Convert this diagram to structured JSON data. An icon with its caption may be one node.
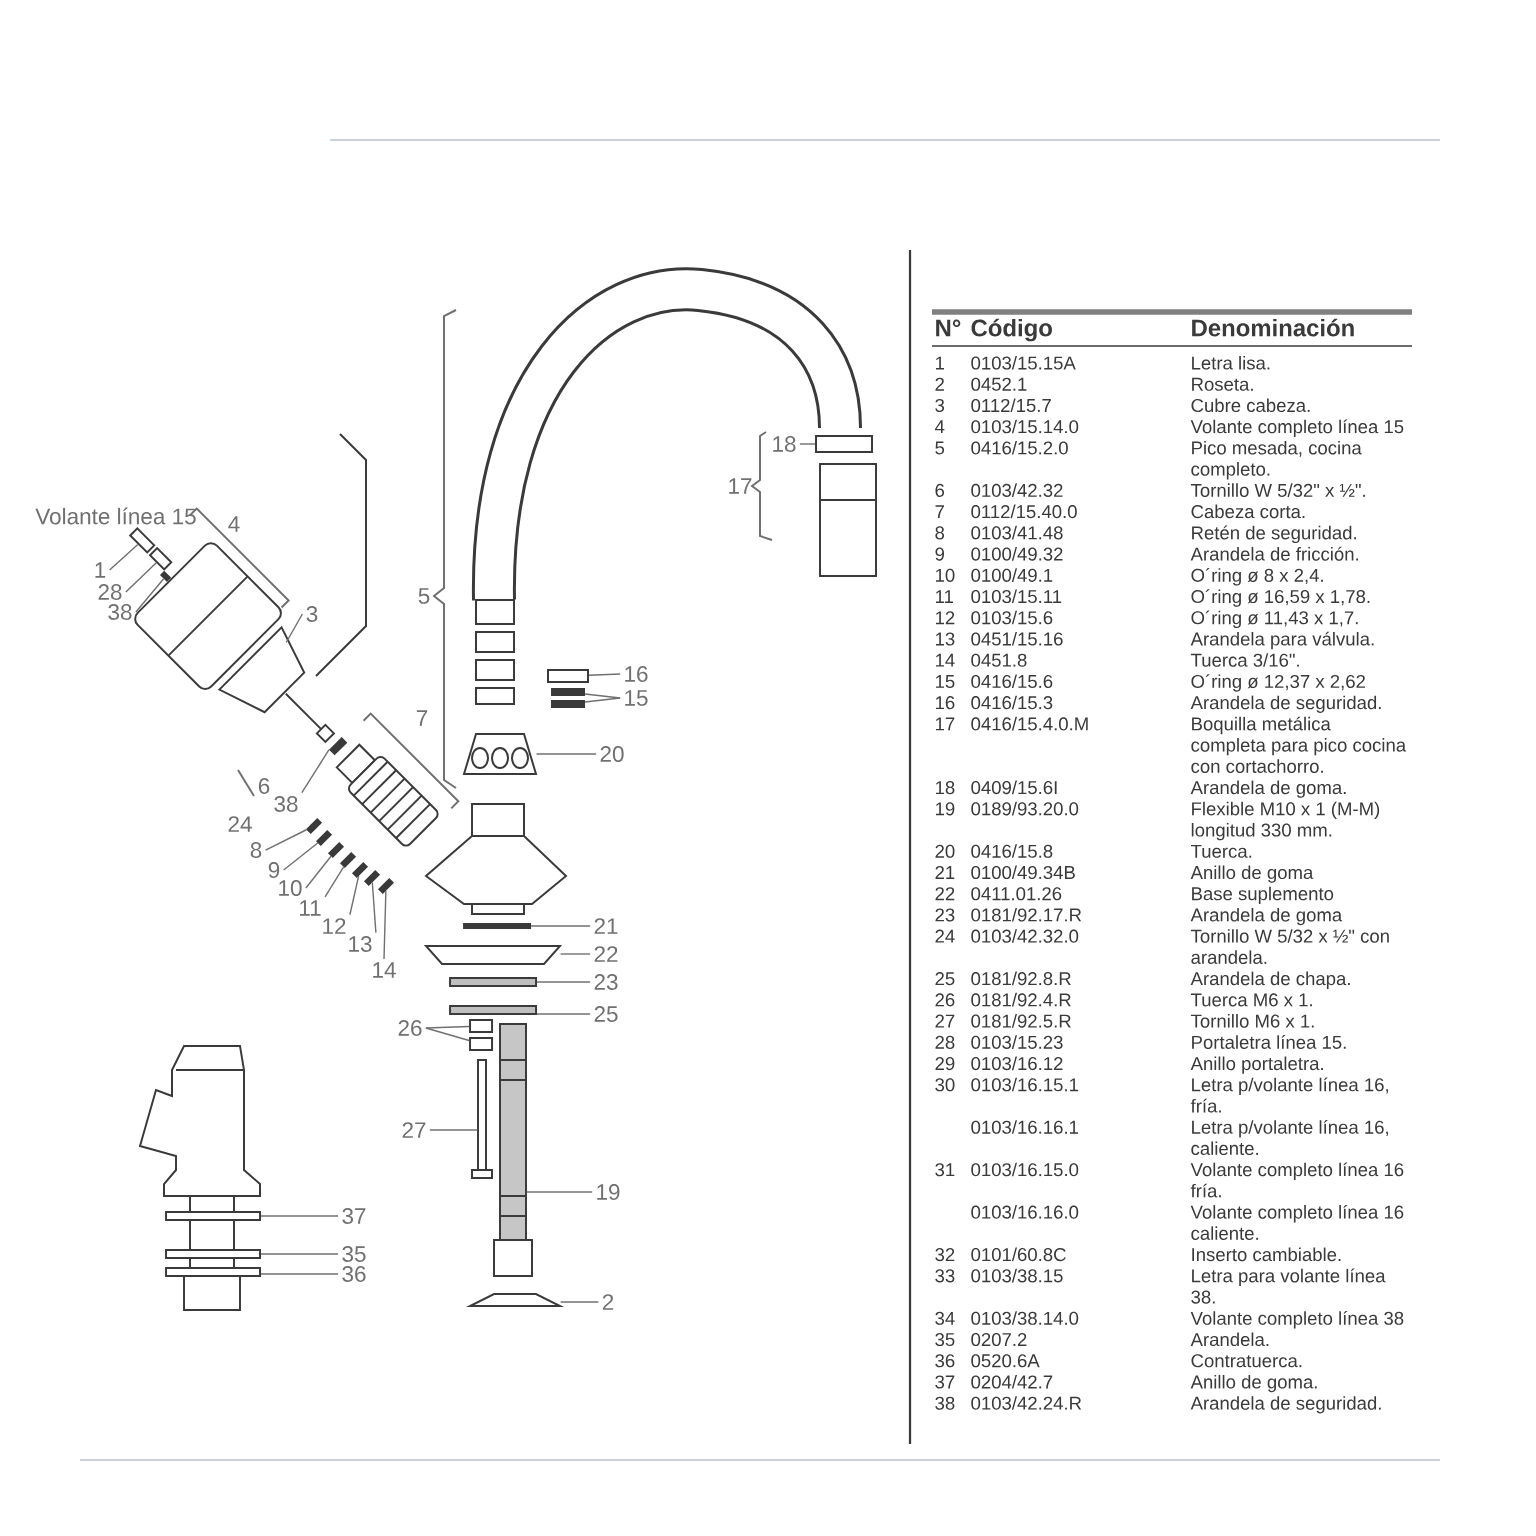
{
  "diagram": {
    "nodes": [
      {
        "text": [
          "18"
        ]
      },
      {
        "text": [
          "1"
        ]
      },
      {
        "text": [
          "28"
        ]
      },
      {
        "text": [
          "38"
        ]
      },
      {
        "text": [
          "3"
        ]
      },
      {
        "text": [
          "16"
        ]
      },
      {
        "text": [
          "15"
        ]
      },
      {
        "text": [
          "20"
        ]
      },
      {
        "text": [
          "38"
        ]
      },
      {
        "text": [
          "8"
        ]
      },
      {
        "text": [
          "9"
        ]
      },
      {
        "text": [
          "10"
        ]
      },
      {
        "text": [
          "11"
        ]
      },
      {
        "text": [
          "12"
        ]
      },
      {
        "text": [
          "13"
        ]
      },
      {
        "text": [
          "14"
        ]
      },
      {
        "text": [
          "21"
        ]
      },
      {
        "text": [
          "22"
        ]
      },
      {
        "text": [
          "23"
        ]
      },
      {
        "text": [
          "25"
        ]
      },
      {
        "text": [
          "26"
        ]
      },
      {
        "text": [
          "27"
        ]
      },
      {
        "text": [
          "19"
        ]
      },
      {
        "text": [
          "37"
        ]
      },
      {
        "text": [
          "35"
        ]
      },
      {
        "text": [
          "36"
        ]
      },
      {
        "text": [
          "2"
        ]
      },
      {
        "text": [],
        "shape": "box"
      },
      {
        "text": [],
        "shape": "box"
      },
      {
        "text": [],
        "shape": "bar"
      },
      {
        "text": [],
        "shape": "trapezoid"
      },
      {
        "text": [],
        "shape": "box"
      },
      {
        "text": [],
        "shape": "box"
      },
      {
        "text": [],
        "shape": "bar"
      },
      {
        "text": [],
        "shape": "bar"
      },
      {
        "text": [],
        "shape": "picture"
      },
      {
        "text": [],
        "shape": "bar"
      },
      {
        "text": [],
        "shape": "bar"
      },
      {
        "text": [],
        "shape": "bar"
      },
      {
        "text": [],
        "shape": "bar"
      },
      {
        "text": [],
        "shape": "bar"
      },
      {
        "text": [],
        "shape": "bar"
      },
      {
        "text": [],
        "shape": "bar"
      },
      {
        "text": [],
        "shape": "bar"
      },
      {
        "text": [],
        "shape": "bar"
      },
      {
        "text": [],
        "shape": "trapezoid"
      },
      {
        "text": [],
        "shape": "bar"
      },
      {
        "text": [],
        "shape": "bar"
      },
      {
        "text": [],
        "shape": "box"
      },
      {
        "text": [],
        "shape": "box"
      },
      {
        "text": [],
        "shape": "picture"
      },
      {
        "text": [],
        "shape": "picture"
      },
      {
        "text": [],
        "shape": "box"
      },
      {
        "text": [],
        "shape": "box"
      },
      {
        "text": [],
        "shape": "box"
      },
      {
        "text": [],
        "shape": "trapezoid"
      }
    ],
    "edges": [
      {
        "from": 0,
        "to": 31,
        "arrow": "none"
      },
      {
        "from": 1,
        "to": 27,
        "arrow": "none"
      },
      {
        "from": 2,
        "to": 28,
        "arrow": "none"
      },
      {
        "from": 3,
        "to": 29,
        "arrow": "none"
      },
      {
        "from": 4,
        "to": 30,
        "arrow": "none"
      },
      {
        "from": 5,
        "to": 32,
        "arrow": "none"
      },
      {
        "from": 6,
        "to": 33,
        "arrow": "none"
      },
      {
        "from": 6,
        "to": 34,
        "arrow": "none"
      },
      {
        "from": 7,
        "to": 35,
        "arrow": "none"
      },
      {
        "from": 8,
        "to": 36,
        "arrow": "none"
      },
      {
        "from": 9,
        "to": 37,
        "arrow": "none"
      },
      {
        "from": 10,
        "to": 38,
        "arrow": "none"
      },
      {
        "from": 11,
        "to": 39,
        "arrow": "none"
      },
      {
        "from": 12,
        "to": 40,
        "arrow": "none"
      },
      {
        "from": 13,
        "to": 41,
        "arrow": "none"
      },
      {
        "from": 14,
        "to": 42,
        "arrow": "none"
      },
      {
        "from": 15,
        "to": 43,
        "arrow": "none"
      },
      {
        "from": 16,
        "to": 44,
        "arrow": "none"
      },
      {
        "from": 17,
        "to": 45,
        "arrow": "none"
      },
      {
        "from": 18,
        "to": 46,
        "arrow": "none"
      },
      {
        "from": 19,
        "to": 47,
        "arrow": "none"
      },
      {
        "from": 20,
        "to": 48,
        "arrow": "none"
      },
      {
        "from": 20,
        "to": 49,
        "arrow": "none"
      },
      {
        "from": 21,
        "to": 50,
        "arrow": "none"
      },
      {
        "from": 22,
        "to": 51,
        "arrow": "none"
      },
      {
        "from": 23,
        "to": 52,
        "arrow": "none"
      },
      {
        "from": 24,
        "to": 53,
        "arrow": "none"
      },
      {
        "from": 25,
        "to": 54,
        "arrow": "none"
      },
      {
        "from": 26,
        "to": 55,
        "arrow": "none"
      }
    ],
    "labels": [
      "Volante línea 15",
      "4",
      "5",
      "17",
      "7",
      "6",
      "24",
      "N°",
      "Código",
      "Denominación",
      "1",
      "0103/15.15A",
      "Letra lisa.",
      "2",
      "0452.1",
      "Roseta.",
      "3",
      "0112/15.7",
      "Cubre cabeza.",
      "4",
      "0103/15.14.0",
      "Volante completo línea 15",
      "5",
      "0416/15.2.0",
      "Pico mesada, cocina completo.",
      "6",
      "0103/42.32",
      "Tornillo W 5/32\" x ½\".",
      "7",
      "0112/15.40.0",
      "Cabeza corta.",
      "8",
      "0103/41.48",
      "Retén de seguridad.",
      "9",
      "0100/49.32",
      "Arandela de fricción.",
      "10",
      "0100/49.1",
      "O´ring ø 8 x 2,4.",
      "11",
      "0103/15.11",
      "O´ring ø 16,59 x 1,78.",
      "12",
      "0103/15.6",
      "O´ring ø 11,43 x 1,7.",
      "13",
      "0451/15.16",
      "Arandela para válvula.",
      "14",
      "0451.8",
      "Tuerca 3/16\".",
      "15",
      "0416/15.6",
      "O´ring ø 12,37 x 2,62",
      "16",
      "0416/15.3",
      "Arandela de seguridad.",
      "17",
      "0416/15.4.0.M",
      "Boquilla metálica completa para pico cocina con cortachorro.",
      "18",
      "0409/15.6I",
      "Arandela de goma.",
      "19",
      "0189/93.20.0",
      "Flexible M10 x 1 (M-M) longitud 330 mm.",
      "20",
      "0416/15.8",
      "Tuerca.",
      "21",
      "0100/49.34B",
      "Anillo de goma",
      "22",
      "0411.01.26",
      "Base suplemento",
      "23",
      "0181/92.17.R",
      "Arandela de goma",
      "24",
      "0103/42.32.0",
      "Tornillo W 5/32 x ½\" con arandela.",
      "25",
      "0181/92.8.R",
      "Arandela de chapa.",
      "26",
      "0181/92.4.R",
      "Tuerca M6 x 1.",
      "27",
      "0181/92.5.R",
      "Tornillo M6 x 1.",
      "28",
      "0103/15.23",
      "Portaletra línea 15.",
      "29",
      "0103/16.12",
      "Anillo portaletra.",
      "30",
      "0103/16.15.1",
      "Letra p/volante línea 16, fría.",
      "0103/16.16.1",
      "Letra p/volante línea 16, caliente.",
      "31",
      "0103/16.15.0",
      "Volante completo línea 16 fría.",
      "0103/16.16.0",
      "Volante completo línea 16 caliente.",
      "32",
      "0101/60.8C",
      "Inserto cambiable.",
      "33",
      "0103/38.15",
      "Letra para volante línea 38.",
      "34",
      "0103/38.14.0",
      "Volante completo línea 38",
      "35",
      "0207.2",
      "Arandela.",
      "36",
      "0520.6A",
      "Contratuerca.",
      "37",
      "0204/42.7",
      "Anillo de goma.",
      "38",
      "0103/42.24.R",
      "Arandela de seguridad."
    ]
  }
}
